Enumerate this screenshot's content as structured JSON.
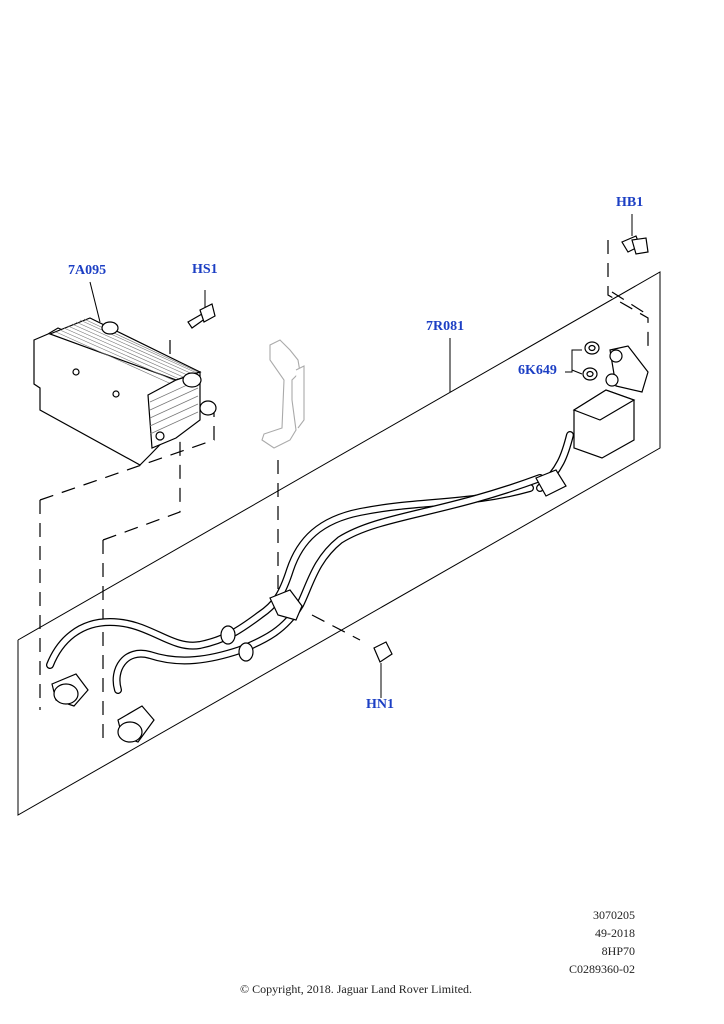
{
  "callouts": {
    "cooler": "7A095",
    "bolt_hs1": "HS1",
    "pipe_assembly": "7R081",
    "bolt_hb1": "HB1",
    "seal": "6K649",
    "nut_hn1": "HN1"
  },
  "metadata": {
    "line1": "3070205",
    "line2": "49-2018",
    "line3": "8HP70",
    "line4": "C0289360-02"
  },
  "copyright": "© Copyright, 2018. Jaguar Land Rover Limited.",
  "colors": {
    "callout": "#1c3fc4",
    "line": "#000000"
  }
}
